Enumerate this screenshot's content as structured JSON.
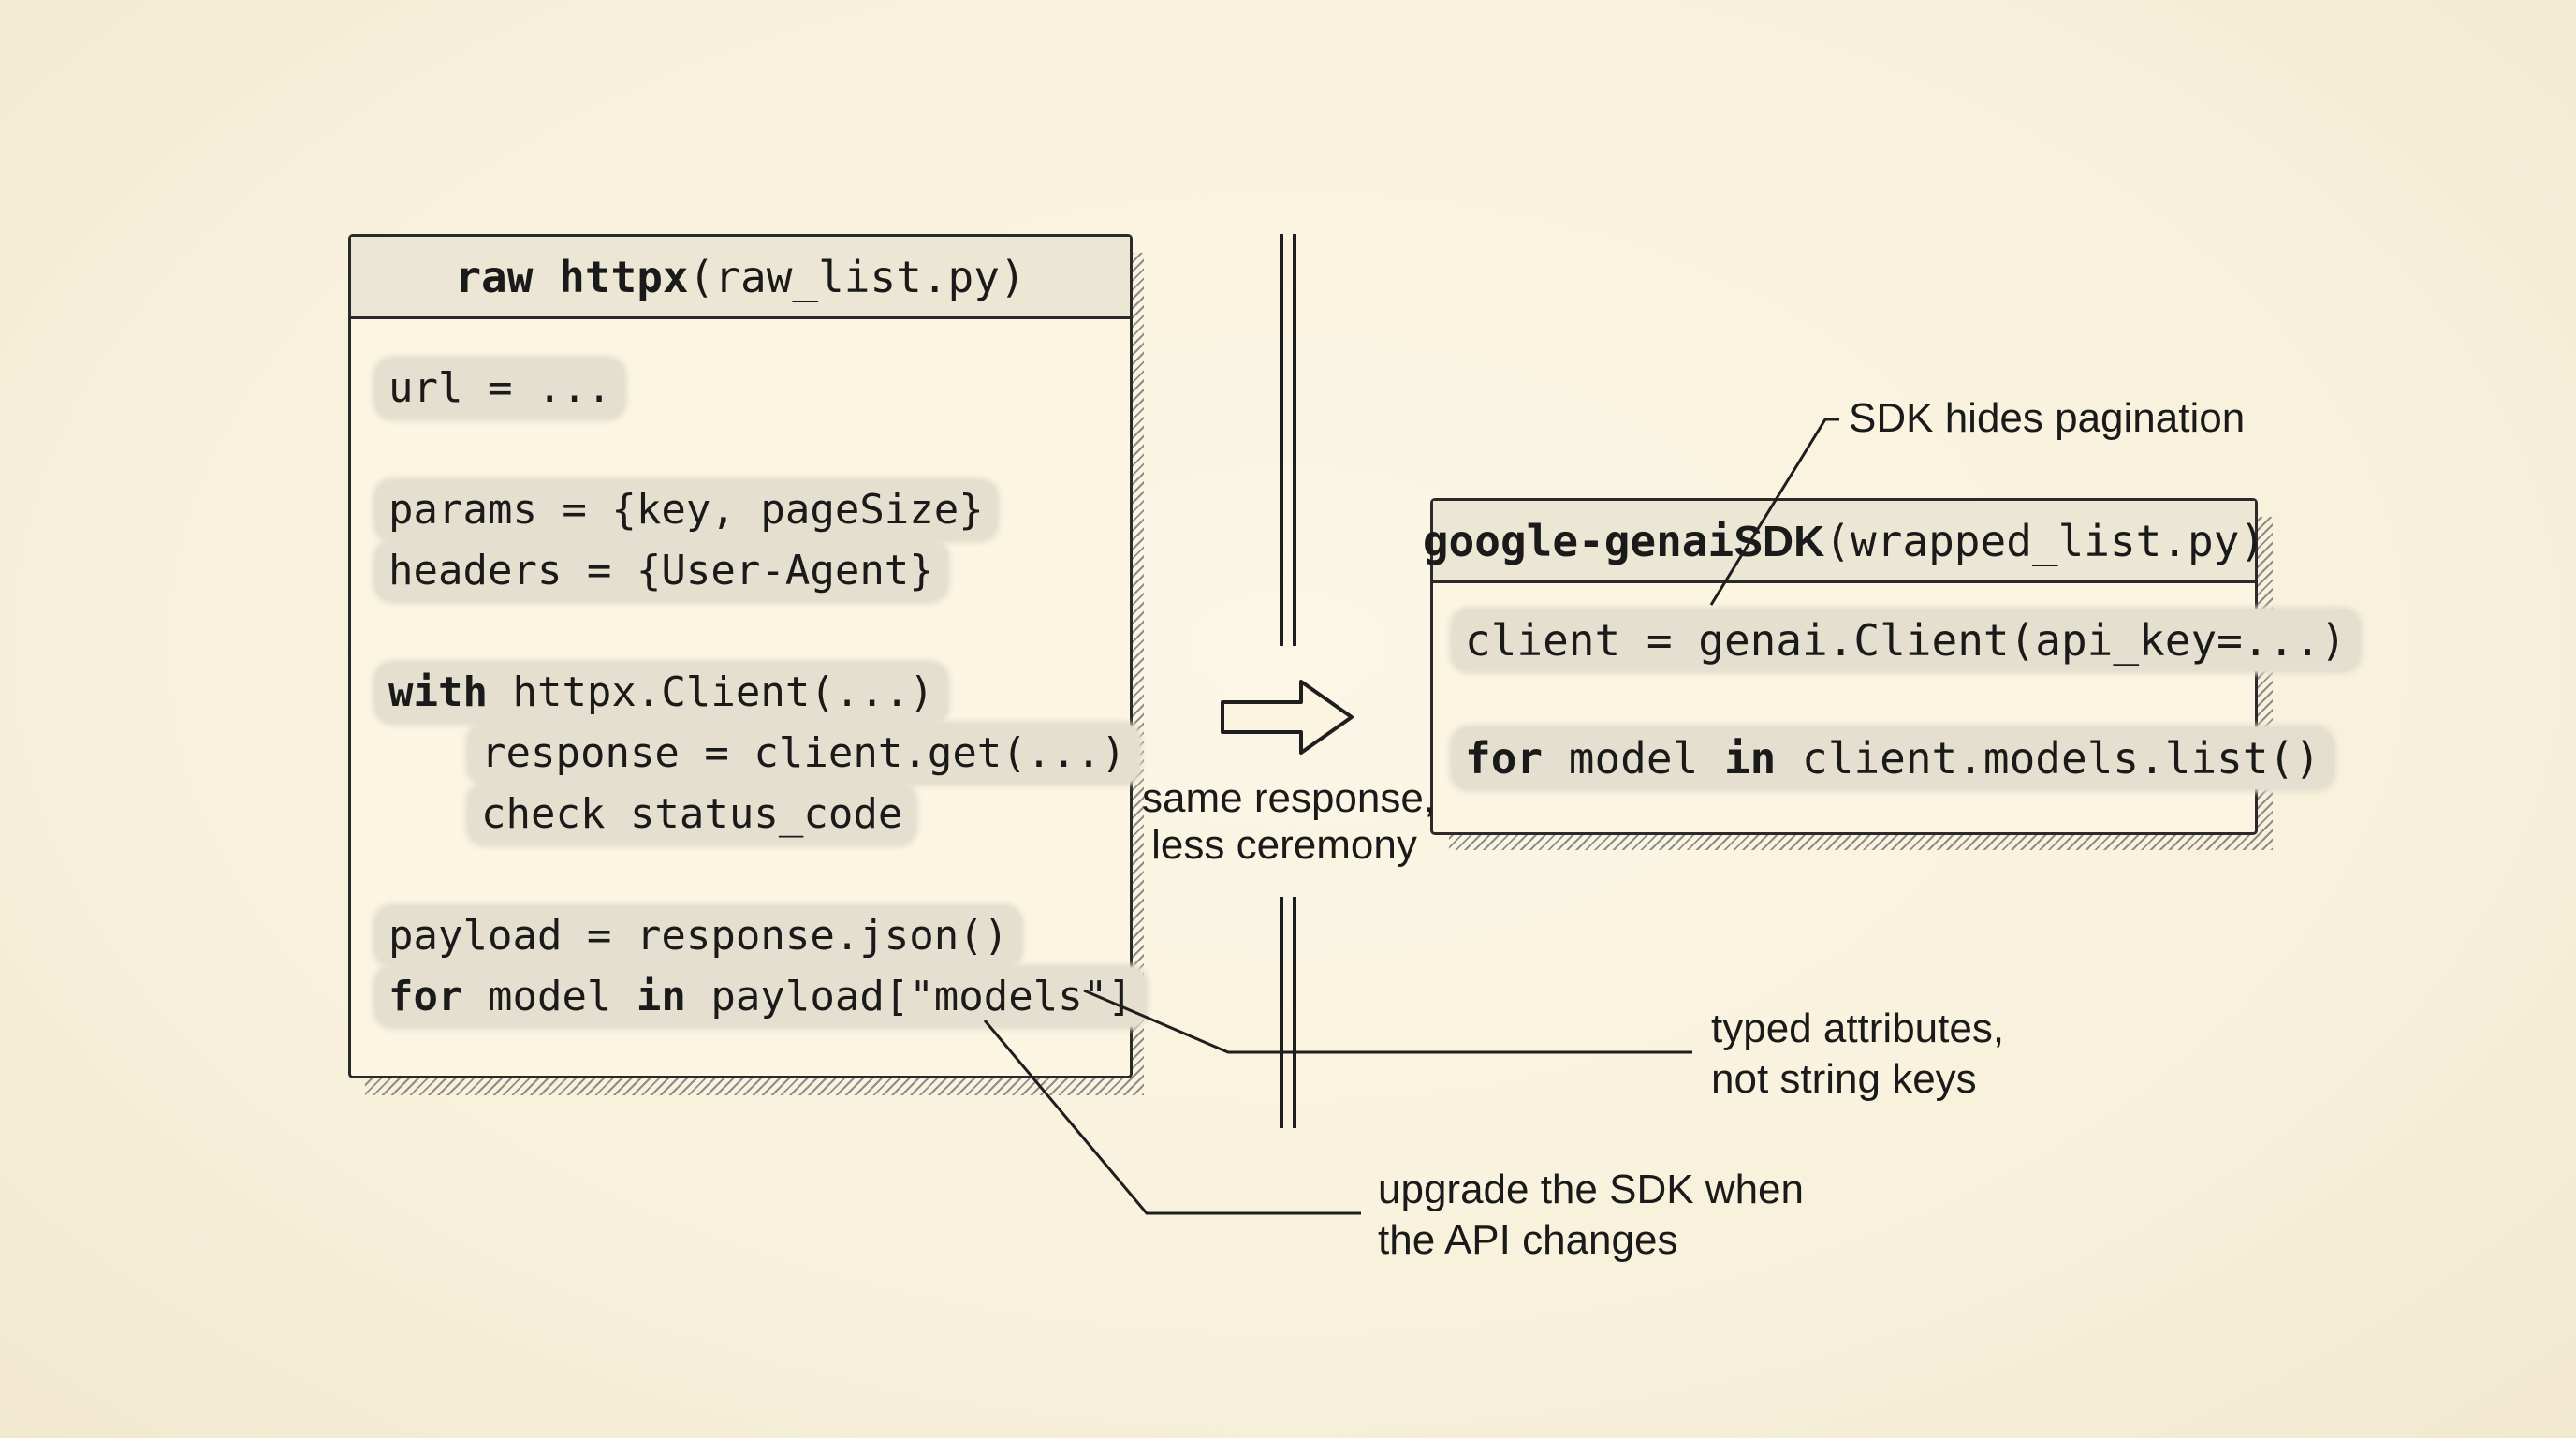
{
  "left_panel": {
    "title_bold": "raw httpx",
    "title_rest": " (raw_list.py)",
    "lines": [
      {
        "kw": "",
        "text": "url = ..."
      },
      {
        "kw": "",
        "text": "params = {key, pageSize}"
      },
      {
        "kw": "",
        "text": "headers = {User-Agent}"
      },
      {
        "kw": "with",
        "text": " httpx.Client(...)"
      },
      {
        "kw": "",
        "text": "response = client.get(...)"
      },
      {
        "kw": "",
        "text": "check status_code"
      },
      {
        "kw": "",
        "text": "payload = response.json()"
      },
      {
        "kw": "for",
        "text": " model ",
        "kw2": "in",
        "text2": " payload[\"models\"]"
      }
    ]
  },
  "right_panel": {
    "title_bold": "google-genai",
    "title_mid": " SDK",
    "title_rest": " (wrapped_list.py)",
    "lines": [
      {
        "kw": "",
        "text": "client = genai.Client(api_key=...)"
      },
      {
        "kw": "for",
        "text": " model ",
        "kw2": "in",
        "text2": " client.models.list()"
      }
    ]
  },
  "center_note": {
    "line1": "same response,",
    "line2": "less ceremony"
  },
  "annotations": {
    "pagination": "SDK hides pagination",
    "typed_line1": "typed attributes,",
    "typed_line2": "not string keys",
    "upgrade_line1": "upgrade the SDK when",
    "upgrade_line2": "the API changes"
  }
}
